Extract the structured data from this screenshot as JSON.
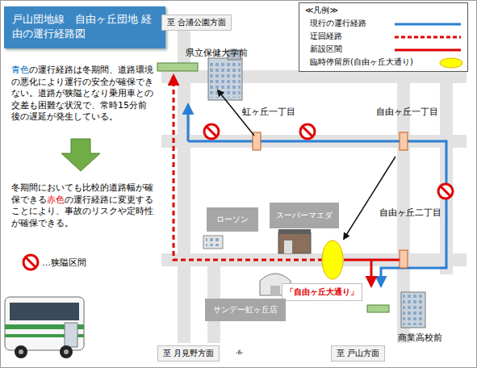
{
  "diagram": {
    "title": "戸山団地線　自由ヶ丘団地 経由の運行経路図",
    "nodes": [
      {
        "text": [
          "至 合浦公園方面"
        ]
      },
      {
        "text": [
          "ローソン"
        ]
      },
      {
        "text": [
          "スーパーマエダ"
        ]
      },
      {
        "text": [
          "「自由ヶ丘大通り」"
        ]
      },
      {
        "text": [
          "サンデー虹ヶ丘店"
        ]
      },
      {
        "text": [
          "至 月見野方面"
        ]
      },
      {
        "text": [
          "至 戸山方面"
        ]
      }
    ],
    "labels": [
      "青色",
      "の運行経路は冬期間、道路環境の悪化により運行の安全が確保できない。道路が狭隘となり乗用車との交差も困難な状況で、常時15分前後の遅延が発生している。",
      "冬期間においても比較的道路幅が確保できる",
      "赤色",
      "の運行経路に変更することにより、事故のリスクや定時性が確保できる。",
      "…狭隘区間",
      "≪凡例≫",
      "県立保健大学前",
      "虹ヶ丘一丁目",
      "自由ヶ丘一丁目",
      "自由ヶ丘二丁目",
      "商業高校前",
      "-6-"
    ],
    "legend": [
      {
        "text": "現行の運行経路"
      },
      {
        "text": "迂回経路"
      },
      {
        "text": "新設区間"
      },
      {
        "text": "臨時停留所(自由ヶ丘大通り)"
      }
    ]
  }
}
